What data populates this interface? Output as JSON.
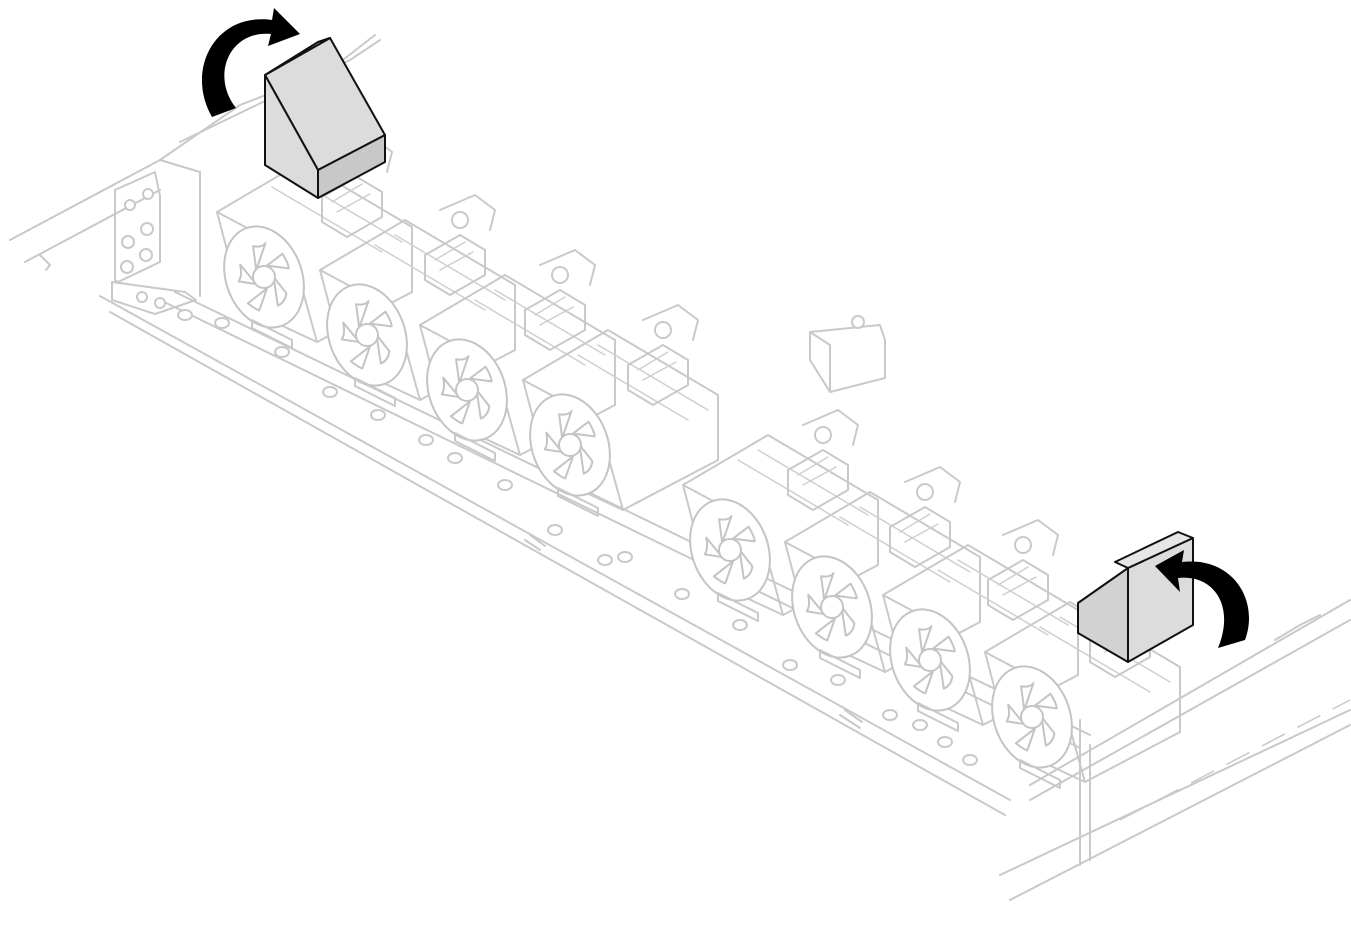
{
  "figure": {
    "description_icons": {
      "chassis": "server-chassis-outline",
      "fans": "system-fan-icon",
      "fillers": "fan-filler-block",
      "arrows": "rotate-arrow-icon"
    },
    "fan_count": 8,
    "filler_count": 2,
    "colors": {
      "outline": "#c9c9c9",
      "filler_fill": "#d9d9d9",
      "filler_stroke": "#111111",
      "arrow": "#000000",
      "background": "#ffffff"
    }
  }
}
